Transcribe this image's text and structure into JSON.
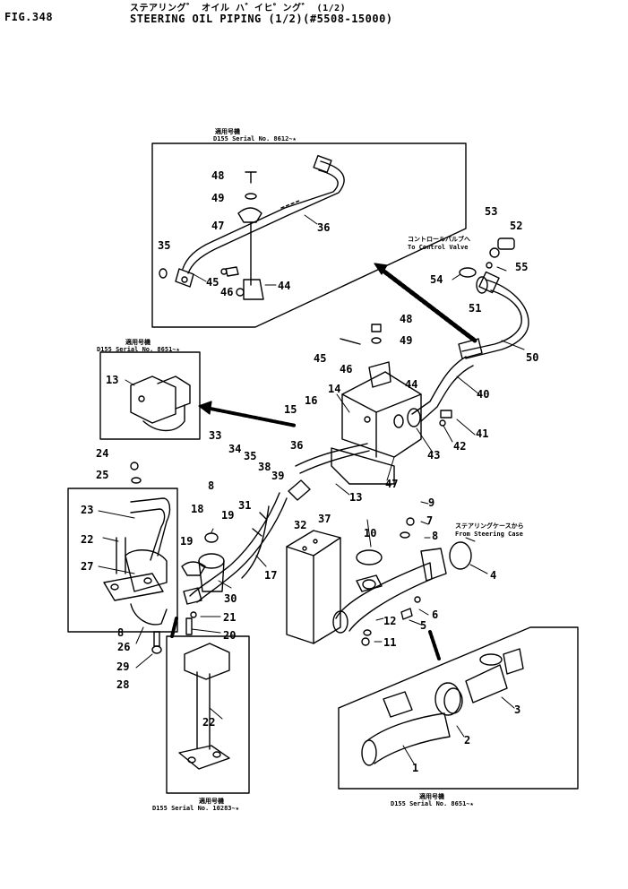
{
  "header": {
    "fig_label": "FIG.348",
    "title_jp": "ステアリング゛ オイル ハ゛イヒ゜ング゛ (1/2)",
    "title_en": "STEERING OIL PIPING (1/2)(#5508-15000)"
  },
  "serial_notes": {
    "top_box_jp": "適用号機",
    "top_box": "D155 Serial No. 8612~★",
    "left_box_jp": "適用号機",
    "left_box": "D155 Serial No. 8651~★",
    "bottom_left_jp": "適用号機",
    "bottom_left": "D155 Serial No. 10283~★",
    "bottom_right_jp": "適用号機",
    "bottom_right": "D155 Serial No. 8651~★"
  },
  "annotations": {
    "control_valve_jp": "コントロールバルブへ",
    "control_valve_en": "To Control Valve",
    "steering_case_jp": "ステアリングケースから",
    "steering_case_en": "From Steering Case"
  },
  "callouts": [
    {
      "id": "c48a",
      "text": "48"
    },
    {
      "id": "c49a",
      "text": "49"
    },
    {
      "id": "c47a",
      "text": "47"
    },
    {
      "id": "c36a",
      "text": "36"
    },
    {
      "id": "c35a",
      "text": "35"
    },
    {
      "id": "c45a",
      "text": "45"
    },
    {
      "id": "c46a",
      "text": "46"
    },
    {
      "id": "c44a",
      "text": "44"
    },
    {
      "id": "c53",
      "text": "53"
    },
    {
      "id": "c52",
      "text": "52"
    },
    {
      "id": "c54",
      "text": "54"
    },
    {
      "id": "c55",
      "text": "55"
    },
    {
      "id": "c51",
      "text": "51"
    },
    {
      "id": "c50",
      "text": "50"
    },
    {
      "id": "c48b",
      "text": "48"
    },
    {
      "id": "c49b",
      "text": "49"
    },
    {
      "id": "c45b",
      "text": "45"
    },
    {
      "id": "c46b",
      "text": "46"
    },
    {
      "id": "c44b",
      "text": "44"
    },
    {
      "id": "c40",
      "text": "40"
    },
    {
      "id": "c41",
      "text": "41"
    },
    {
      "id": "c42",
      "text": "42"
    },
    {
      "id": "c43",
      "text": "43"
    },
    {
      "id": "c47b",
      "text": "47"
    },
    {
      "id": "c13a",
      "text": "13"
    },
    {
      "id": "c14",
      "text": "14"
    },
    {
      "id": "c15",
      "text": "15"
    },
    {
      "id": "c16",
      "text": "16"
    },
    {
      "id": "c13b",
      "text": "13"
    },
    {
      "id": "c33",
      "text": "33"
    },
    {
      "id": "c34",
      "text": "34"
    },
    {
      "id": "c35b",
      "text": "35"
    },
    {
      "id": "c38",
      "text": "38"
    },
    {
      "id": "c39",
      "text": "39"
    },
    {
      "id": "c36b",
      "text": "36"
    },
    {
      "id": "c37",
      "text": "37"
    },
    {
      "id": "c32",
      "text": "32"
    },
    {
      "id": "c31",
      "text": "31"
    },
    {
      "id": "c24",
      "text": "24"
    },
    {
      "id": "c25",
      "text": "25"
    },
    {
      "id": "c23",
      "text": "23"
    },
    {
      "id": "c22a",
      "text": "22"
    },
    {
      "id": "c27",
      "text": "27"
    },
    {
      "id": "c8a",
      "text": "8"
    },
    {
      "id": "c18",
      "text": "18"
    },
    {
      "id": "c19a",
      "text": "19"
    },
    {
      "id": "c19b",
      "text": "19"
    },
    {
      "id": "c30",
      "text": "30"
    },
    {
      "id": "c17",
      "text": "17"
    },
    {
      "id": "c21",
      "text": "21"
    },
    {
      "id": "c20",
      "text": "20"
    },
    {
      "id": "c8b",
      "text": "8"
    },
    {
      "id": "c26",
      "text": "26"
    },
    {
      "id": "c29",
      "text": "29"
    },
    {
      "id": "c28",
      "text": "28"
    },
    {
      "id": "c9",
      "text": "9"
    },
    {
      "id": "c7",
      "text": "7"
    },
    {
      "id": "c8c",
      "text": "8"
    },
    {
      "id": "c10",
      "text": "10"
    },
    {
      "id": "c4",
      "text": "4"
    },
    {
      "id": "c6",
      "text": "6"
    },
    {
      "id": "c5",
      "text": "5"
    },
    {
      "id": "c12",
      "text": "12"
    },
    {
      "id": "c11",
      "text": "11"
    },
    {
      "id": "c22b",
      "text": "22"
    },
    {
      "id": "c3",
      "text": "3"
    },
    {
      "id": "c2",
      "text": "2"
    },
    {
      "id": "c1",
      "text": "1"
    }
  ]
}
